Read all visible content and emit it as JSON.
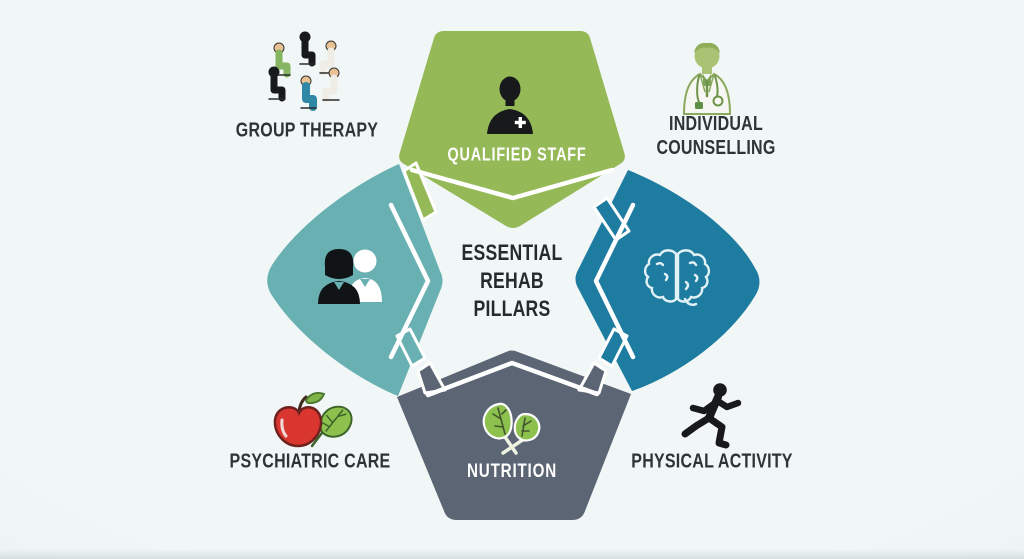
{
  "center": {
    "line1": "ESSENTIAL",
    "line2": "REHAB",
    "line3": "PILLARS"
  },
  "petals": {
    "top": {
      "label": "QUALIFIED STAFF",
      "icon": "staff-member-icon",
      "color": "#96b958"
    },
    "left": {
      "icon": "two-counselors-icon",
      "color": "#68b0b1"
    },
    "right": {
      "icon": "brain-icon",
      "color": "#1f7ca1"
    },
    "bottom": {
      "label": "NUTRITION",
      "icon": "leafy-greens-icon",
      "color": "#5b6573"
    }
  },
  "corners": {
    "top_left": {
      "label": "GROUP THERAPY",
      "icon": "group-circle-icon"
    },
    "top_right": {
      "line1": "INDIVIDUAL",
      "line2": "COUNSELLING",
      "icon": "doctor-icon"
    },
    "bottom_left": {
      "label": "PSYCHIATRIC CARE",
      "icon": "apple-and-greens-icon"
    },
    "bottom_right": {
      "label": "PHYSICAL ACTIVITY",
      "icon": "runner-icon"
    }
  },
  "colors": {
    "background": "#eef3f4",
    "green": "#96b958",
    "teal": "#68b0b1",
    "blue": "#1f7ca1",
    "gray": "#5b6573",
    "label_text": "#2e3338",
    "petal_label_text": "#ffffff"
  },
  "icon_colors": {
    "silhouette": "#17191b",
    "apple_red": "#d8362e",
    "leaf_green": "#8cc14e",
    "doctor_green": "#a9c273",
    "brain_outline": "#e2f2f6",
    "group_teal": "#2f88a6",
    "group_green": "#85b560"
  }
}
